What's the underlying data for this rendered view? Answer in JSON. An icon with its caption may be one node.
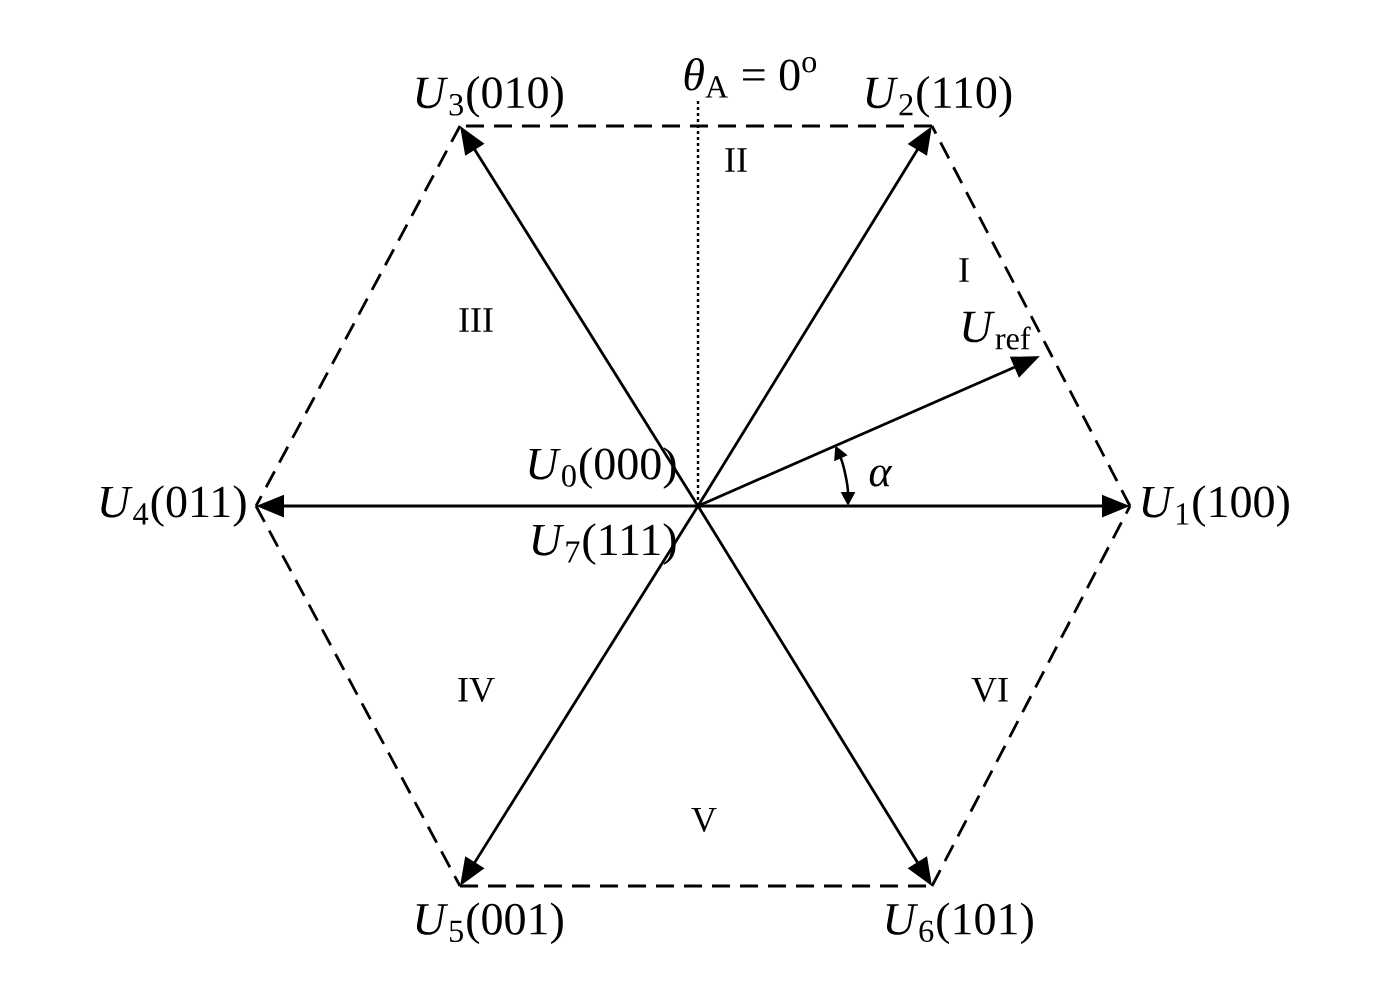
{
  "diagram": {
    "nodes": [
      {
        "text": [
          "*U*$_{0}$(000)",
          "*U*$_{7}$(111)"
        ]
      },
      {
        "text": [
          "*U*$_{1}$(100)"
        ]
      },
      {
        "text": [
          "*U*$_{2}$(110)"
        ]
      },
      {
        "text": [
          "*U*$_{3}$(010)"
        ]
      },
      {
        "text": [
          "*U*$_{4}$(011)"
        ]
      },
      {
        "text": [
          "*U*$_{5}$(001)"
        ]
      },
      {
        "text": [
          "*U*$_{6}$(101)"
        ]
      },
      {
        "text": [
          "*U*$_{ref}$"
        ]
      },
      {
        "text": [
          "*θ*$_{A}$ = 0$^{o}$"
        ]
      }
    ],
    "edges": [
      {
        "from": 0,
        "to": 1,
        "arrow": "to"
      },
      {
        "from": 0,
        "to": 2,
        "arrow": "to"
      },
      {
        "from": 0,
        "to": 3,
        "arrow": "to"
      },
      {
        "from": 0,
        "to": 4,
        "arrow": "to"
      },
      {
        "from": 0,
        "to": 5,
        "arrow": "to"
      },
      {
        "from": 0,
        "to": 6,
        "arrow": "to"
      },
      {
        "from": 0,
        "to": 7,
        "arrow": "to"
      },
      {
        "from": 0,
        "to": 8,
        "arrow": "none",
        "style": "dashed"
      },
      {
        "from": 1,
        "to": 2,
        "arrow": "none",
        "style": "dashed"
      },
      {
        "from": 2,
        "to": 3,
        "arrow": "none",
        "style": "dashed"
      },
      {
        "from": 3,
        "to": 4,
        "arrow": "none",
        "style": "dashed"
      },
      {
        "from": 4,
        "to": 5,
        "arrow": "none",
        "style": "dashed"
      },
      {
        "from": 5,
        "to": 6,
        "arrow": "none",
        "style": "dashed"
      },
      {
        "from": 6,
        "to": 1,
        "arrow": "none",
        "style": "dashed"
      }
    ],
    "labels": [
      "I",
      "II",
      "III",
      "IV",
      "V",
      "VI",
      "α"
    ]
  }
}
